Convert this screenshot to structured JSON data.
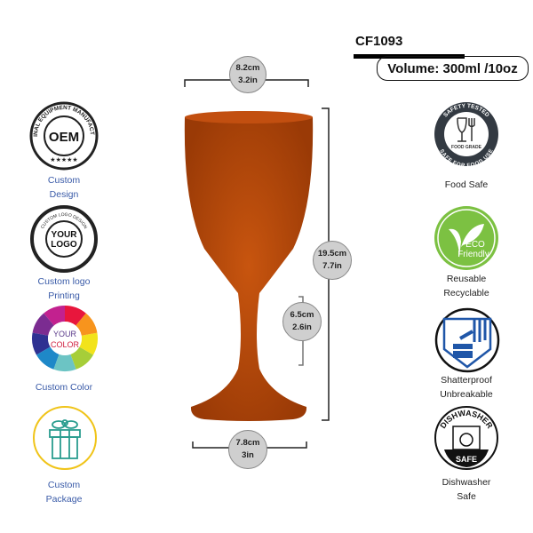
{
  "product": {
    "code": "CF1093",
    "volume": "Volume: 300ml /10oz",
    "glass_color": "#b84a0c"
  },
  "dimensions": {
    "top": {
      "cm": "8.2cm",
      "in": "3.2in"
    },
    "height": {
      "cm": "19.5cm",
      "in": "7.7in"
    },
    "stem": {
      "cm": "6.5cm",
      "in": "2.6in"
    },
    "base": {
      "cm": "7.8cm",
      "in": "3in"
    }
  },
  "left_features": [
    {
      "icon": "oem-stamp-icon",
      "badge_text": [
        "OEM",
        "ORIGINAL EQUIPMENT MANUFACTURER"
      ],
      "label1": "Custom",
      "label2": "Design"
    },
    {
      "icon": "your-logo-stamp-icon",
      "badge_text": [
        "YOUR",
        "LOGO",
        "CUSTOM LOGO DESIGN"
      ],
      "label1": "Custom logo",
      "label2": "Printing"
    },
    {
      "icon": "color-wheel-icon",
      "badge_text": [
        "YOUR",
        "COLOR"
      ],
      "label1": "Custom Color"
    },
    {
      "icon": "gift-box-icon",
      "label1": "Custom",
      "label2": "Package"
    }
  ],
  "right_features": [
    {
      "icon": "food-safe-icon",
      "badge_text": [
        "SAFETY TESTED",
        "FOOD GRADE",
        "SAFE FOR FOOD USE"
      ],
      "label1": "Food Safe"
    },
    {
      "icon": "eco-friendly-icon",
      "badge_text": [
        "ECO",
        "Friendly"
      ],
      "label1": "Reusable",
      "label2": "Recyclable"
    },
    {
      "icon": "shatterproof-icon",
      "label1": "Shatterproof",
      "label2": "Unbreakable"
    },
    {
      "icon": "dishwasher-safe-icon",
      "badge_text": [
        "DISHWASHER",
        "SAFE"
      ],
      "label1": "Dishwasher",
      "label2": "Safe"
    }
  ],
  "colors": {
    "label_blue": "#3a5ba8",
    "eco_green": "#7cc142",
    "shield_blue": "#1f56a8"
  }
}
